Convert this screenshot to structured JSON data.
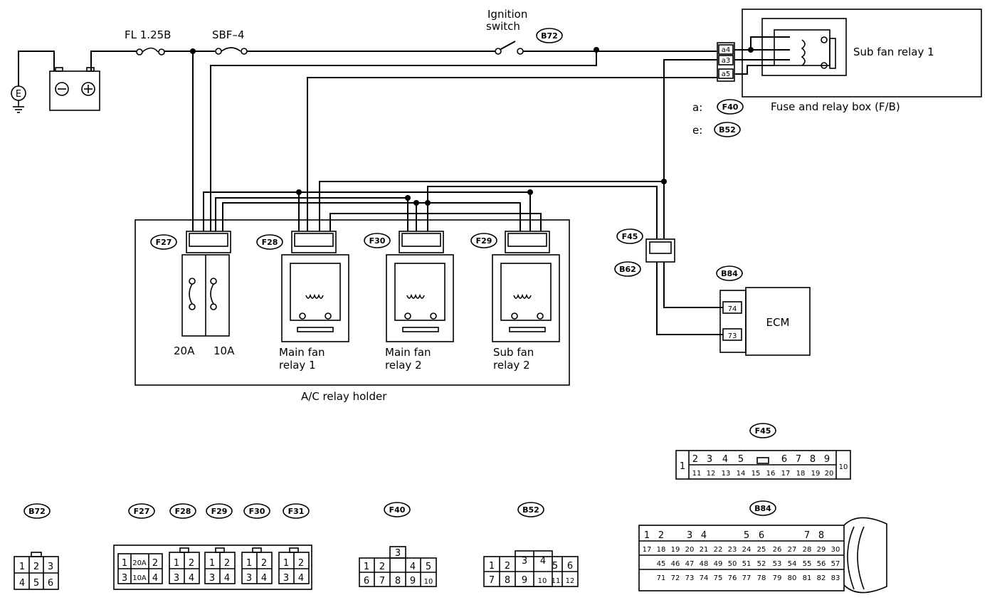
{
  "labels": {
    "fuse_fl": "FL 1.25B",
    "fuse_sbf": "SBF–4",
    "ignition_1": "Ignition",
    "ignition_2": "switch",
    "sub_fan_relay_1": "Sub fan relay 1",
    "fuse_relay_box": "Fuse and relay box (F/B)",
    "conn_a": "a:",
    "conn_e": "e:",
    "fuse_20a": "20A",
    "fuse_10a": "10A",
    "main_fan_relay_1_l1": "Main fan",
    "main_fan_relay_1_l2": "relay 1",
    "main_fan_relay_2_l1": "Main fan",
    "main_fan_relay_2_l2": "relay 2",
    "sub_fan_relay_2_l1": "Sub fan",
    "sub_fan_relay_2_l2": "relay 2",
    "ac_relay_holder": "A/C relay holder",
    "ecm": "ECM",
    "ground_symbol": "E",
    "pin_a4": "a4",
    "pin_a3": "a3",
    "pin_a5": "a5",
    "pin_74": "74",
    "pin_73": "73"
  },
  "connector_tags": {
    "b72": "B72",
    "f40": "F40",
    "b52": "B52",
    "f27": "F27",
    "f28": "F28",
    "f30": "F30",
    "f29": "F29",
    "f45": "F45",
    "b62": "B62",
    "b84": "B84",
    "f31": "F31"
  },
  "connector_faces": {
    "b72": {
      "row1": [
        "1",
        "2",
        "3"
      ],
      "row2": [
        "4",
        "5",
        "6"
      ]
    },
    "f27": {
      "row1": [
        "1",
        "20A",
        "2"
      ],
      "row2": [
        "3",
        "10A",
        "4"
      ]
    },
    "relay_face": {
      "row1": [
        "1",
        "2"
      ],
      "row2": [
        "3",
        "4"
      ]
    },
    "f40": {
      "top": "3",
      "row1": [
        "1",
        "2",
        "4",
        "5"
      ],
      "row2": [
        "6",
        "7",
        "8",
        "9",
        "10"
      ]
    },
    "b52": {
      "top": [
        "3",
        "4"
      ],
      "row1": [
        "1",
        "2",
        "5",
        "6"
      ],
      "row2": [
        "7",
        "8",
        "9",
        "10",
        "11",
        "12"
      ]
    },
    "f45": {
      "left": "1",
      "row1": [
        "2",
        "3",
        "4",
        "5",
        "6",
        "7",
        "8",
        "9"
      ],
      "row2": [
        "11",
        "12",
        "13",
        "14",
        "15",
        "16",
        "17",
        "18",
        "19",
        "20"
      ],
      "right": "10"
    },
    "b84": {
      "row1": [
        "1",
        "2",
        "3",
        "4",
        "5",
        "6",
        "7",
        "8"
      ],
      "row2": [
        "17",
        "18",
        "19",
        "20",
        "21",
        "22",
        "23",
        "24",
        "25",
        "26",
        "27",
        "28",
        "29",
        "30"
      ],
      "row3": [
        "45",
        "46",
        "47",
        "48",
        "49",
        "50",
        "51",
        "52",
        "53",
        "54",
        "55",
        "56",
        "57"
      ],
      "row4": [
        "71",
        "72",
        "73",
        "74",
        "75",
        "76",
        "77",
        "78",
        "79",
        "80",
        "81",
        "82",
        "83"
      ]
    }
  }
}
